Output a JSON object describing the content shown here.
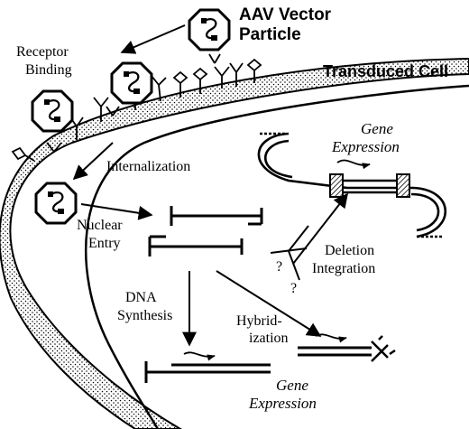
{
  "labels": {
    "particle_line1": "AAV Vector",
    "particle_line2": "Particle",
    "receptor_line1": "Receptor",
    "receptor_line2": "Binding",
    "transduced_cell": "Transduced Cell",
    "internalization": "Internalization",
    "nuclear_line1": "Nuclear",
    "nuclear_line2": "Entry",
    "dna_line1": "DNA",
    "dna_line2": "Synthesis",
    "hybrid_line1": "Hybrid-",
    "hybrid_line2": "ization",
    "deletion": "Deletion",
    "integration": "Integration",
    "gene_expr_top_line1": "Gene",
    "gene_expr_top_line2": "Expression",
    "gene_expr_bottom_line1": "Gene",
    "gene_expr_bottom_line2": "Expression",
    "question_1": "?",
    "question_2": "?"
  }
}
